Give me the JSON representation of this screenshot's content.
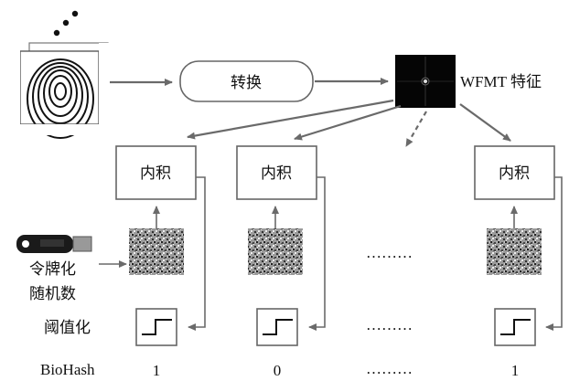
{
  "transform_label": "转换",
  "feature_label": "WFMT 特征",
  "inner_product_label": "内积",
  "token_label_line1": "令牌化",
  "token_label_line2": "随机数",
  "threshold_label": "阈值化",
  "biohash_label": "BioHash",
  "bits": [
    "1",
    "0",
    "1"
  ],
  "ellipsis": "………",
  "colors": {
    "arrow": "#6a6a6a",
    "box_stroke": "#666666"
  },
  "icons": [
    "fingerprint-icon",
    "usb-token-icon",
    "noise-matrix-icon",
    "step-function-icon"
  ]
}
